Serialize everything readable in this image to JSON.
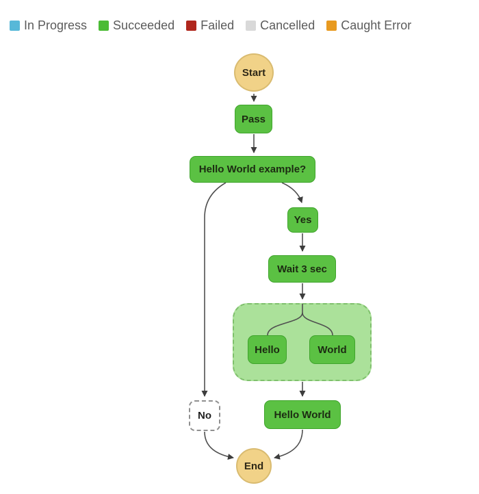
{
  "legend": {
    "items": [
      {
        "label": "In Progress",
        "color": "#57b8d8"
      },
      {
        "label": "Succeeded",
        "color": "#4bbb35"
      },
      {
        "label": "Failed",
        "color": "#b0271d"
      },
      {
        "label": "Cancelled",
        "color": "#d9d9d9"
      },
      {
        "label": "Caught Error",
        "color": "#e89a20"
      }
    ],
    "text_color": "#5b5b5b"
  },
  "diagram": {
    "nodes": {
      "start": {
        "label": "Start",
        "status": "start"
      },
      "pass": {
        "label": "Pass",
        "status": "succeeded"
      },
      "choice": {
        "label": "Hello World example?",
        "status": "succeeded"
      },
      "yes": {
        "label": "Yes",
        "status": "succeeded"
      },
      "wait": {
        "label": "Wait 3 sec",
        "status": "succeeded"
      },
      "hello": {
        "label": "Hello",
        "status": "succeeded"
      },
      "world": {
        "label": "World",
        "status": "succeeded"
      },
      "hello_world": {
        "label": "Hello World",
        "status": "succeeded"
      },
      "no": {
        "label": "No",
        "status": "not-executed"
      },
      "end": {
        "label": "End",
        "status": "end"
      }
    },
    "edges": [
      {
        "from": "start",
        "to": "pass"
      },
      {
        "from": "pass",
        "to": "choice"
      },
      {
        "from": "choice",
        "to": "yes"
      },
      {
        "from": "choice",
        "to": "no"
      },
      {
        "from": "yes",
        "to": "wait"
      },
      {
        "from": "wait",
        "to": "parallel"
      },
      {
        "from": "parallel",
        "to": "hello"
      },
      {
        "from": "parallel",
        "to": "world"
      },
      {
        "from": "parallel",
        "to": "hello_world"
      },
      {
        "from": "hello_world",
        "to": "end"
      },
      {
        "from": "no",
        "to": "end"
      }
    ],
    "colors": {
      "succeeded_fill": "#5bc143",
      "succeeded_border": "#3fa42c",
      "start_end_fill": "#f1d288",
      "start_end_border": "#d9bb70",
      "parallel_fill": "#abe19a",
      "parallel_border": "#7fc06c",
      "not_executed_border": "#8f8f8f",
      "edge": "#4f4f4f"
    }
  }
}
